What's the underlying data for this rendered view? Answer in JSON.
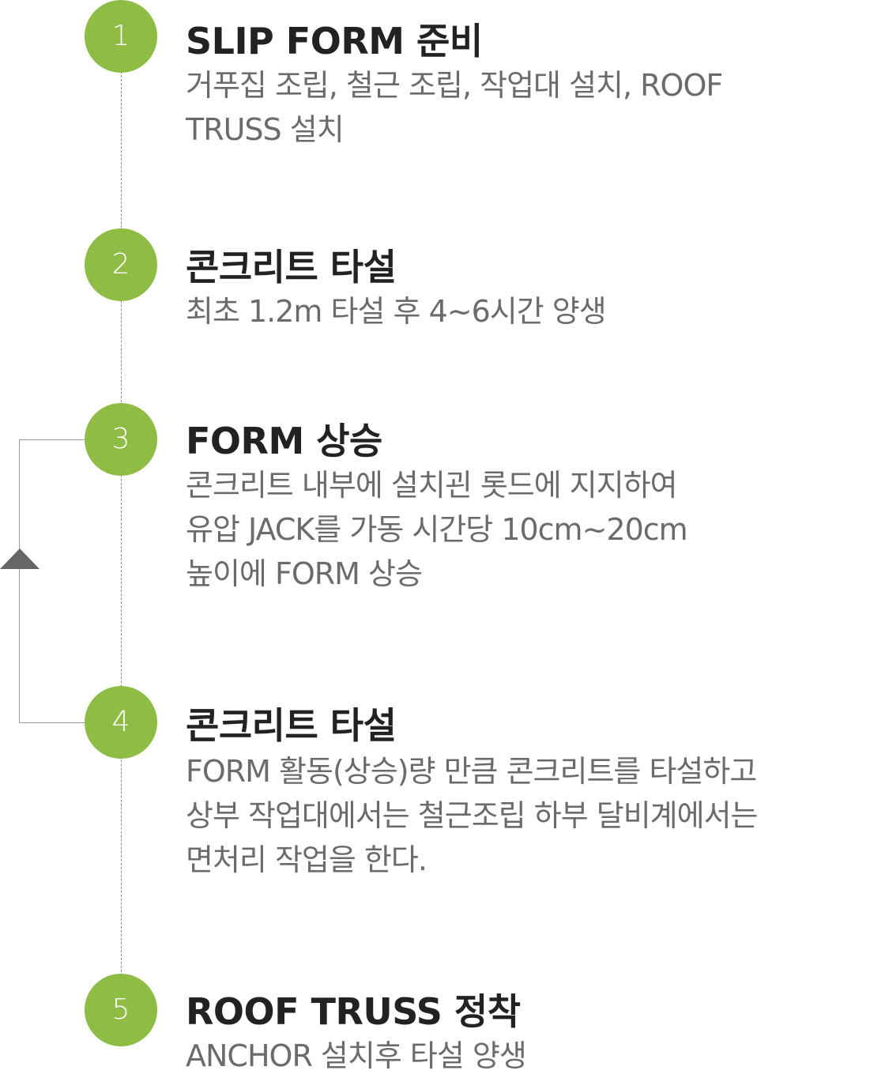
{
  "colors": {
    "badge": "#8fbc45",
    "title": "#222222",
    "desc": "#6b6b6b",
    "line": "#8a8a8a",
    "arrow": "#666666"
  },
  "steps": [
    {
      "number": "1",
      "title": "SLIP FORM 준비",
      "desc": [
        "거푸집 조립, 철근 조립, 작업대 설치, ROOF",
        "TRUSS 설치"
      ]
    },
    {
      "number": "2",
      "title": "콘크리트 타설",
      "desc": [
        "최초 1.2m 타설 후 4~6시간 양생"
      ]
    },
    {
      "number": "3",
      "title": "FORM 상승",
      "desc": [
        "콘크리트 내부에 설치괸 롯드에 지지하여",
        "유압 JACK를 가동 시간당 10cm~20cm",
        "높이에 FORM 상승"
      ]
    },
    {
      "number": "4",
      "title": "콘크리트 타설",
      "desc": [
        "FORM 활동(상승)량 만큼 콘크리트를 타설하고",
        "상부 작업대에서는 철근조립 하부 달비계에서는",
        "면처리 작업을 한다."
      ]
    },
    {
      "number": "5",
      "title": "ROOF TRUSS 정착",
      "desc": [
        "ANCHOR 설치후 타설 양생"
      ]
    }
  ],
  "loop": {
    "from_step": "4",
    "to_step": "3",
    "icon": "arrow-up-icon"
  }
}
